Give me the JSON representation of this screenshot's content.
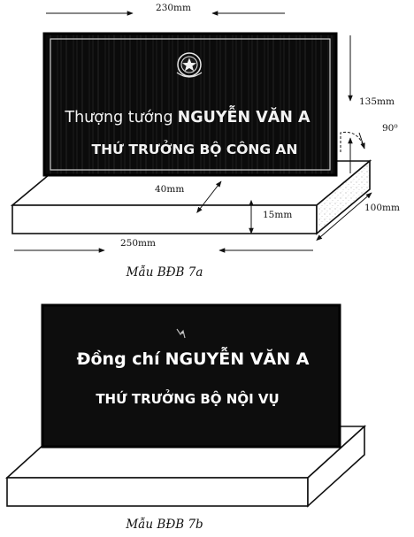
{
  "diagram_7a": {
    "dimensions": {
      "width_top": "230mm",
      "height": "135mm",
      "angle": "90⁰",
      "depth_front": "40mm",
      "base_thickness": "15mm",
      "base_depth": "100mm",
      "base_width": "250mm"
    },
    "sign": {
      "line1_prefix": "Thượng tướng",
      "line1_name": "NGUYỄN VĂN A",
      "line2": "THỨ TRƯỞNG BỘ CÔNG AN",
      "emblem": "police-star-emblem"
    },
    "caption": "Mẫu BĐB 7a"
  },
  "diagram_7b": {
    "sign": {
      "line1_prefix": "Đồng chí",
      "line1_name": "NGUYỄN VĂN A",
      "line2": "THỨ TRƯỞNG BỘ NỘI VỤ"
    },
    "caption": "Mẫu BĐB 7b"
  },
  "colors": {
    "plate": "#0d0d0d",
    "plate_text": "#f2f2f2",
    "outline": "#111111"
  }
}
